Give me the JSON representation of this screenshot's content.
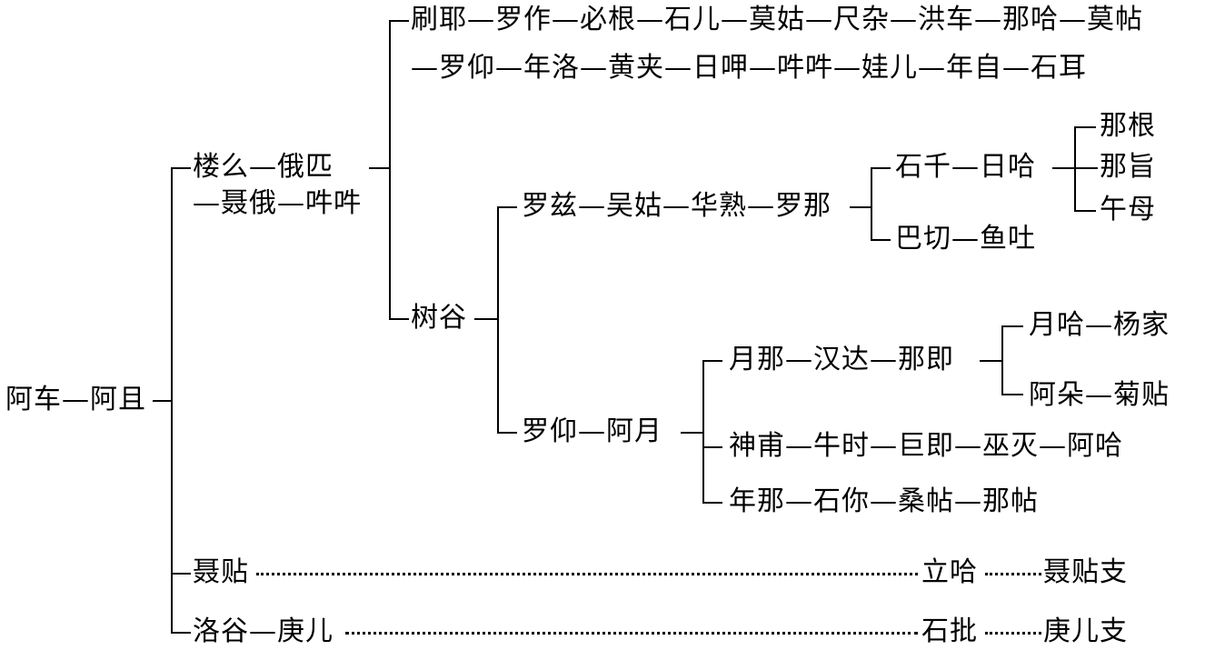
{
  "diagram": {
    "type": "genealogy-tree",
    "root": "阿车—阿且",
    "branch1": {
      "label_line1": "楼么—俄匹",
      "label_line2": "—聂俄—吽吽",
      "child_a": {
        "line1": "刷耶—罗作—必根—石儿—莫姑—尺杂—洪车—那哈—莫帖",
        "line2": "—罗仰—年洛—黄夹—日呷—吽吽—娃儿—年自—石耳"
      },
      "child_b": {
        "label": "树谷",
        "sub1": {
          "label": "罗兹—吴姑—华熟—罗那",
          "c1": {
            "label": "石千—日哈",
            "leaves": [
              "那根",
              "那旨",
              "午母"
            ]
          },
          "c2": {
            "label": "巴切—鱼吐"
          }
        },
        "sub2": {
          "label": "罗仰—阿月",
          "c1": {
            "label": "月那—汉达—那即",
            "leaves": [
              "月哈—杨家",
              "阿朵—菊贴"
            ]
          },
          "c2": {
            "label": "神甫—牛时—巨即—巫灭—阿哈"
          },
          "c3": {
            "label": "年那—石你—桑帖—那帖"
          }
        }
      }
    },
    "branch2": {
      "label": "聂贴",
      "mid": "立哈",
      "end": "聂贴支"
    },
    "branch3": {
      "label": "洛谷—庚儿",
      "mid": "石批",
      "end": "庚儿支"
    }
  }
}
